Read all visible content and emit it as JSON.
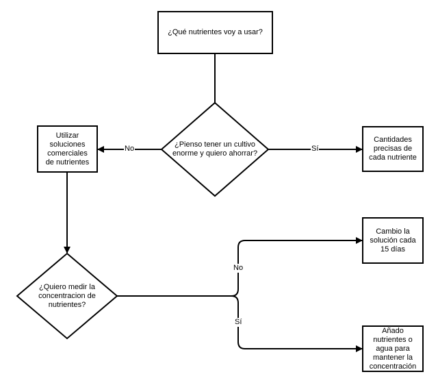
{
  "diagram": {
    "nodes": {
      "start": "¿Qué nutrientes voy a usar?",
      "decision_save": "¿Pienso tener un cultivo\nenorme y quiero ahorrar?",
      "commercial": "Utilizar\nsoluciones\ncomerciales\nde nutrientes",
      "precise": "Cantidades\nprecisas de\ncada nutriente",
      "decision_measure": "¿Quiero medir la\nconcentracion de\nnutrientes?",
      "change_solution": "Cambio la\nsolución cada\n15 días",
      "add_nutrients": "Añado\nnutrientes o\nagua para\nmantener la\nconcentración"
    },
    "edges": {
      "no_1": "No",
      "si_1": "Sí",
      "no_2": "No",
      "si_2": "Sí"
    }
  }
}
